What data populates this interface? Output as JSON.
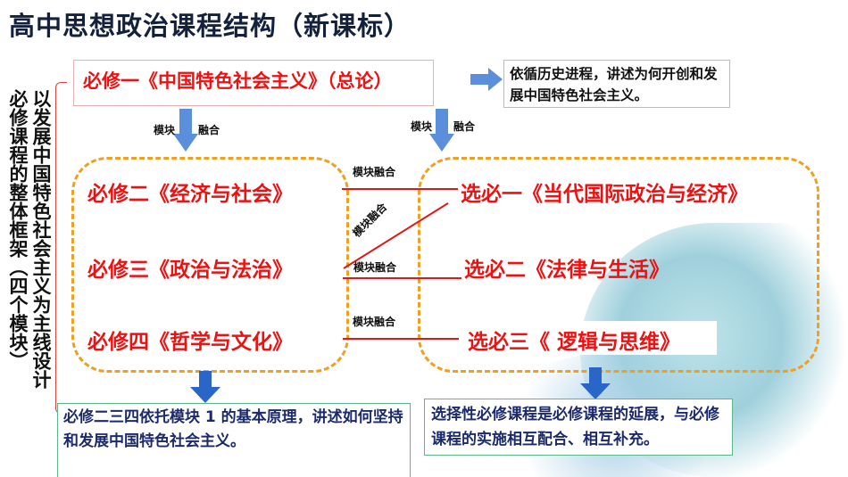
{
  "title": "高中思想政治课程结构（新课标）",
  "left_labels": {
    "col1": "必修课程的整体框架（四个模块）",
    "col2": "以发展中国特色社会主义为主线设计"
  },
  "top_box": "必修一《中国特色社会主义》（总论）",
  "top_note": "依循历史进程，讲述为何开创和发展中国特色社会主义。",
  "arrow_labels": {
    "left_a": "模块",
    "left_b": "融合",
    "right_a": "模块",
    "right_b": "融合"
  },
  "link_labels": [
    "模块融合",
    "模块融合",
    "模块融合",
    "模块融合"
  ],
  "required": [
    "必修二《经济与社会》",
    "必修三《政治与法治》",
    "必修四《哲学与文化》"
  ],
  "elective": [
    "选必一《当代国际政治与经济》",
    "选必二《法律与生活》",
    "选必三《 逻辑与思维》"
  ],
  "bottom_left": "必修二三四依托模块 1 的基本原理，讲述如何坚持和发展中国特色社会主义。",
  "bottom_right": "选择性必修课程是必修课程的延展，与必修课程的实施相互配合、相互补充。",
  "colors": {
    "accent_red": "#ee1111",
    "arrow_blue": "#5b8fdc",
    "dash_orange": "#f0a020",
    "text_navy": "#1a2a6c"
  }
}
